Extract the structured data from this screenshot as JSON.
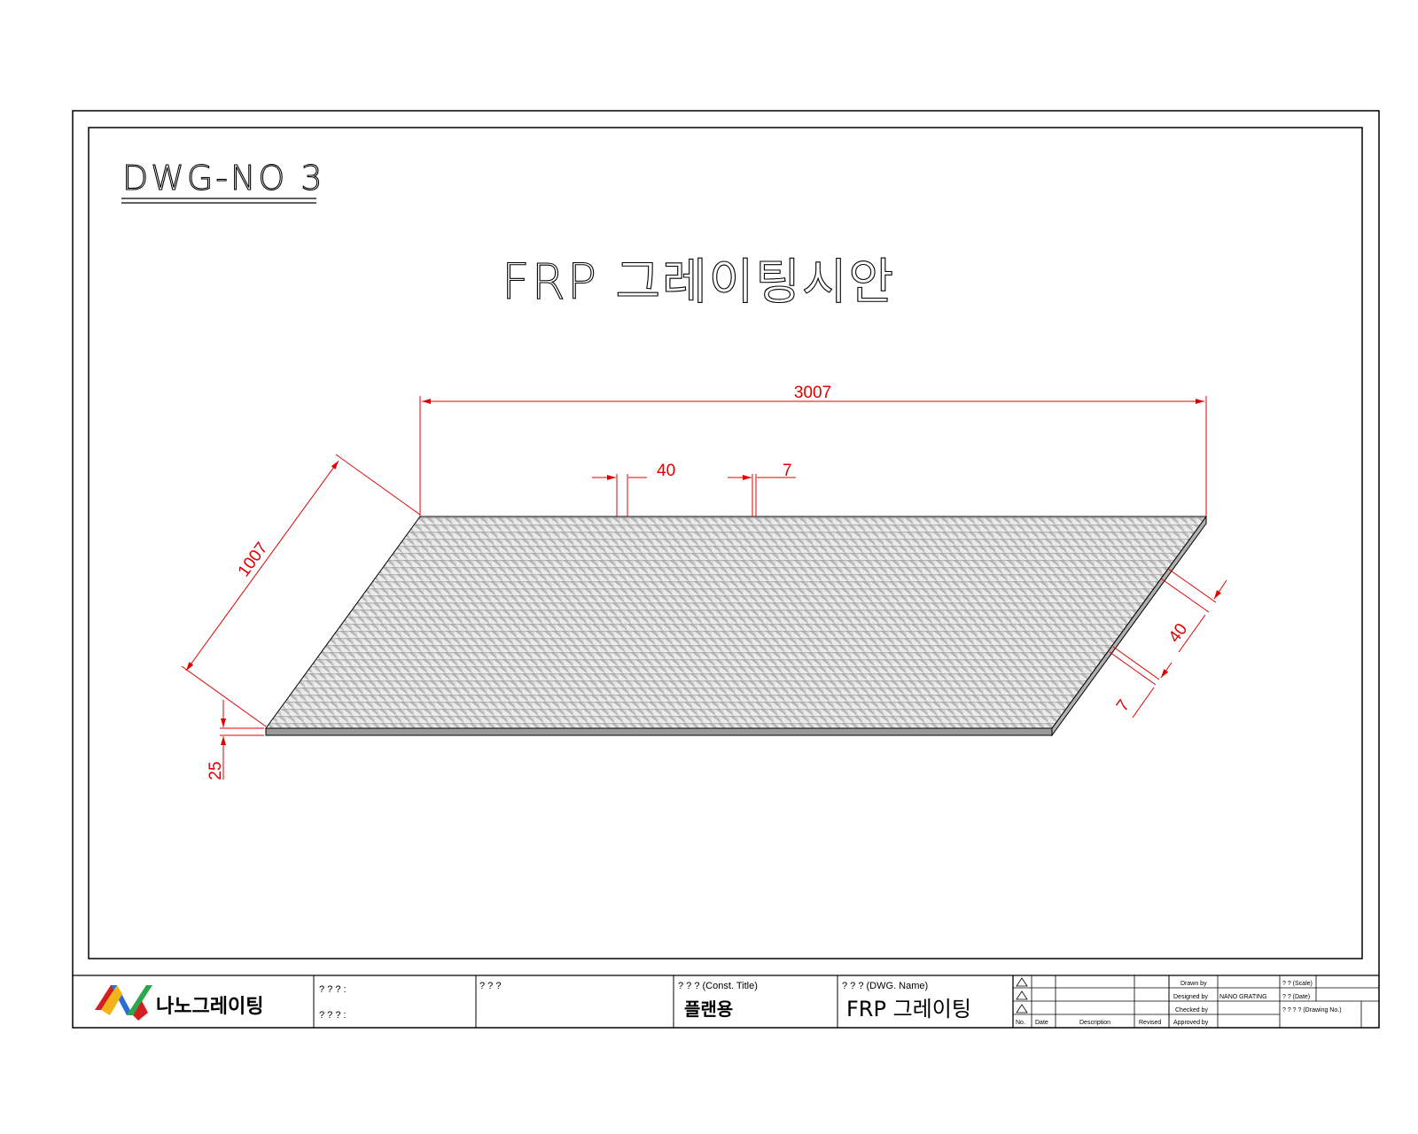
{
  "drawing": {
    "dwg_no": "DWG-NO  3",
    "title": "FRP  그레이팅시안",
    "dimensions": {
      "length": "3007",
      "width": "1007",
      "mesh_pitch": "40",
      "bar_thickness": "7",
      "side_pitch": "40",
      "side_thickness": "7",
      "height": "25"
    },
    "colors": {
      "dimension": "#e00000",
      "grating_fill": "#cfcfcf",
      "grating_line": "#8a8a8a"
    }
  },
  "title_block": {
    "company": "나노그레이팅",
    "field1_label": "? ? ? :",
    "field2_label": "? ? ? :",
    "field3_label": "? ? ?",
    "const_title_label": "? ? ? (Const. Title)",
    "const_title_value": "플랜용",
    "dwg_name_label": "?  ?  ? (DWG. Name)",
    "dwg_name_value": "FRP  그레이팅",
    "revision_headers": {
      "no": "No.",
      "date": "Date",
      "description": "Description",
      "revised": "Revised"
    },
    "drawn_by": "Drawn by",
    "designed_by": "Designed by",
    "designed_by_value": "NANO GRATING",
    "checked_by": "Checked by",
    "approved_by": "Approved by",
    "scale_label": "? ? (Scale)",
    "date_label": "? ? (Date)",
    "drawing_no_label": "? ? ? ? (Drawing No.)"
  }
}
